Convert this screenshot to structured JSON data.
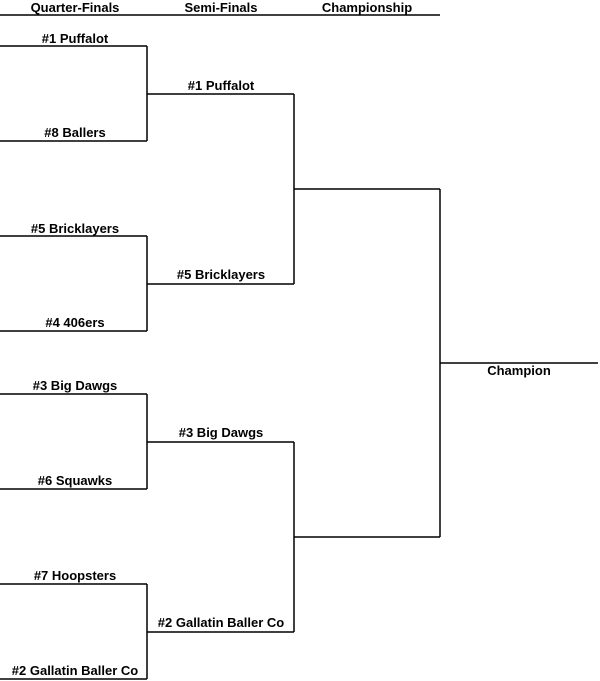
{
  "headers": {
    "quarter_finals": "Quarter-Finals",
    "semi_finals": "Semi-Finals",
    "championship": "Championship"
  },
  "quarter_finals": [
    "#1 Puffalot",
    "#8 Ballers",
    "#5 Bricklayers",
    "#4 406ers",
    "#3 Big Dawgs",
    "#6 Squawks",
    "#7 Hoopsters",
    "#2 Gallatin Baller Co"
  ],
  "semi_finals": [
    "#1 Puffalot",
    "#5 Bricklayers",
    "#3 Big Dawgs",
    "#2 Gallatin Baller Co"
  ],
  "championship": [
    "",
    ""
  ],
  "champion": {
    "label": "Champion"
  },
  "colors": {
    "line": "#000000",
    "text": "#000000",
    "background": "#ffffff"
  }
}
